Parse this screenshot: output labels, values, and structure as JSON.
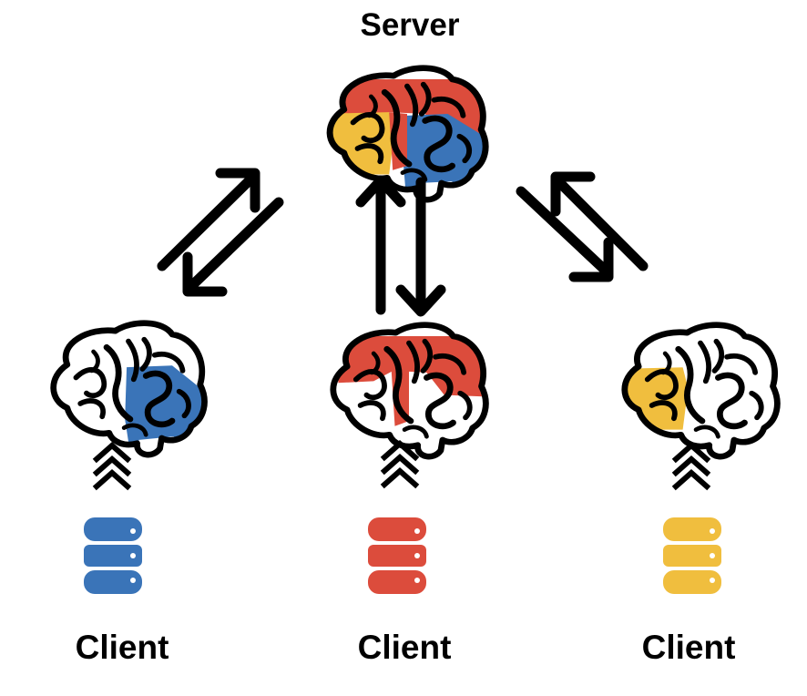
{
  "server": {
    "label": "Server"
  },
  "clients": [
    {
      "label": "Client"
    },
    {
      "label": "Client"
    },
    {
      "label": "Client"
    }
  ],
  "colors": {
    "blue": "#3A74B8",
    "red": "#DC4C3C",
    "yellow": "#F0BE3E",
    "outline": "#000000",
    "background": "#FFFFFF"
  },
  "icons": {
    "server_brain": "brain-icon-multicolor",
    "client_brains": [
      "brain-icon-blue",
      "brain-icon-red",
      "brain-icon-yellow"
    ],
    "databases": [
      "database-icon-blue",
      "database-icon-red",
      "database-icon-yellow"
    ],
    "flow": "triple-chevron-up-icon",
    "exchange": "two-way-arrows-icon"
  }
}
